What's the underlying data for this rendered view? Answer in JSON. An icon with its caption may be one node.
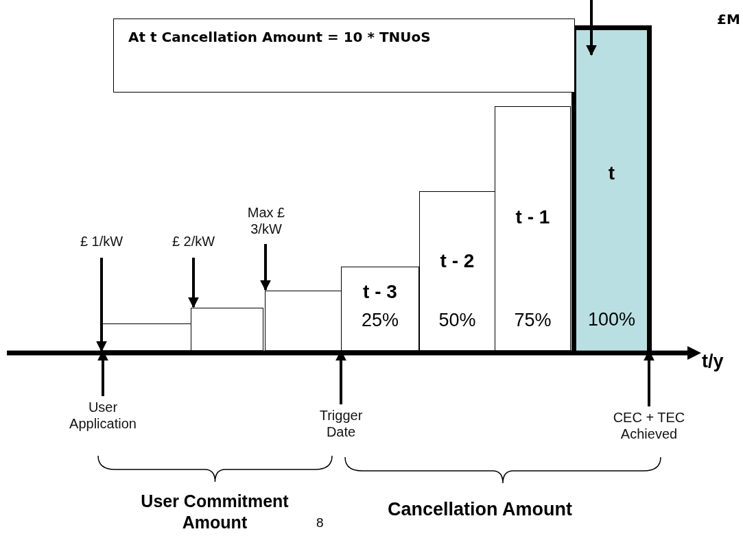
{
  "diagram": {
    "nodes": [
      {
        "text": [
          "At t Cancellation Amount = 10 * TNUoS"
        ]
      },
      {
        "text": [
          "£ 1/kW"
        ]
      },
      {
        "text": [
          "£ 2/kW"
        ]
      },
      {
        "text": [
          "Max £ 3/kW"
        ]
      },
      {
        "text": [],
        "shape": "bar"
      },
      {
        "text": [],
        "shape": "bar"
      },
      {
        "text": [],
        "shape": "bar"
      },
      {
        "text": [
          "t - 3",
          "25%"
        ]
      },
      {
        "text": [
          "t - 2",
          "50%"
        ]
      },
      {
        "text": [
          "t - 1",
          "75%"
        ]
      },
      {
        "text": [
          "t",
          "100%"
        ]
      },
      {
        "text": [
          "User Application"
        ]
      },
      {
        "text": [
          "Trigger Date"
        ]
      },
      {
        "text": [
          "CEC + TEC Achieved"
        ]
      }
    ],
    "edges": [
      {
        "from": 1,
        "to": 4,
        "arrow": "to"
      },
      {
        "from": 2,
        "to": 5,
        "arrow": "to"
      },
      {
        "from": 3,
        "to": 6,
        "arrow": "to"
      },
      {
        "from": null,
        "to": 10,
        "arrow": "to"
      },
      {
        "from": 11,
        "to": 4,
        "arrow": "to"
      },
      {
        "from": 12,
        "to": 6,
        "arrow": "to"
      },
      {
        "from": 13,
        "to": 10,
        "arrow": "to"
      }
    ],
    "labels": [
      "£M",
      "t/y",
      "User Commitment Amount",
      "8",
      "Cancellation Amount"
    ]
  }
}
